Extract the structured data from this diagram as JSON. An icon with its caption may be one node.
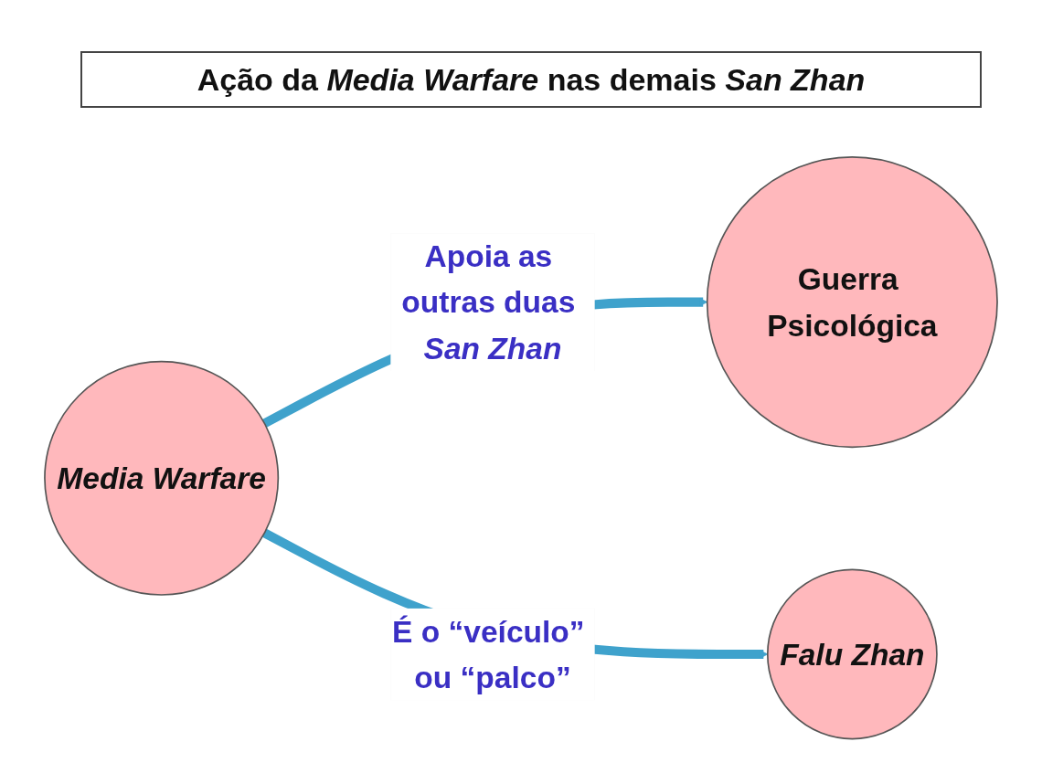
{
  "diagram": {
    "title": "Ação da *Media Warfare* nas demais *San Zhan*",
    "nodes": [
      {
        "text": [
          "Media Warfare"
        ]
      },
      {
        "text": [
          "Guerra Psicológica"
        ]
      },
      {
        "text": [
          "Falu Zhan"
        ]
      }
    ],
    "edges": [
      {
        "from": 0,
        "to": 1,
        "arrow": "to",
        "label": "Apoia as outras duas *San Zhan*",
        "color": "#3fa2cc"
      },
      {
        "from": 0,
        "to": 2,
        "arrow": "to",
        "label": "É o “veículo” ou “palco”",
        "color": "#3fa2cc"
      }
    ]
  }
}
